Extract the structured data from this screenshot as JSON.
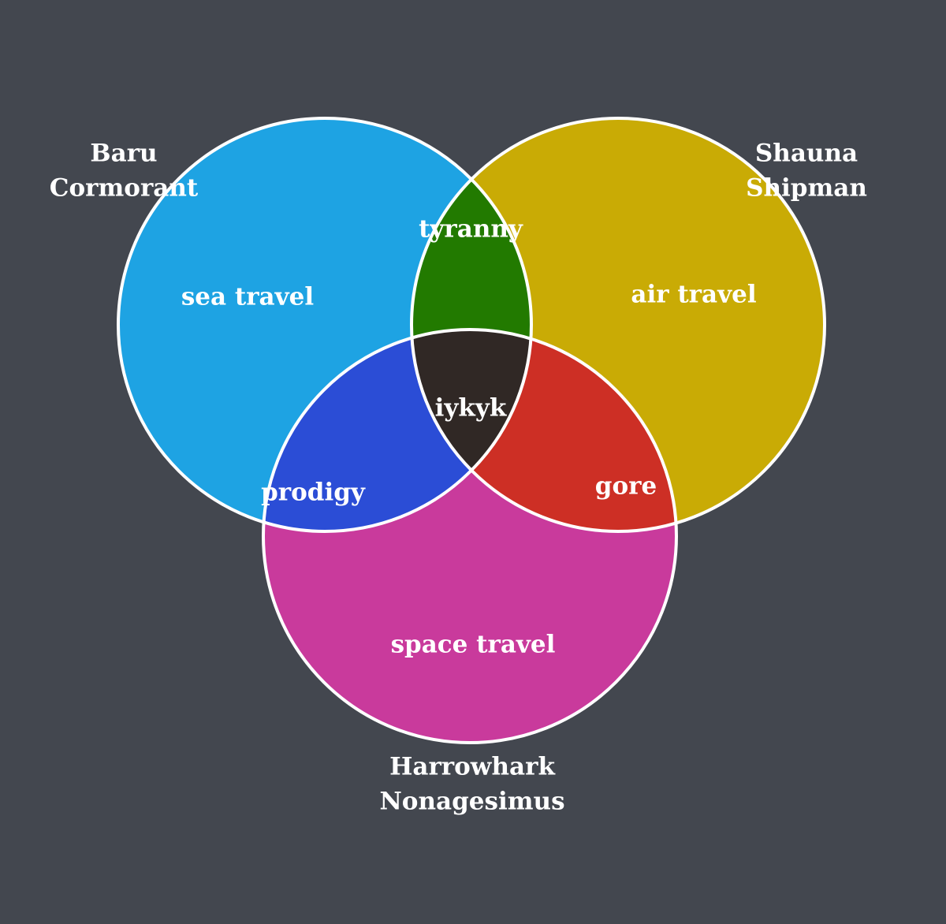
{
  "sets": [
    {
      "id": "baru",
      "label_lines": [
        "Baru",
        "Cormorant"
      ],
      "color": "#1ea3e3"
    },
    {
      "id": "shauna",
      "label_lines": [
        "Shauna",
        "Shipman"
      ],
      "color": "#c9ab05"
    },
    {
      "id": "harrow",
      "label_lines": [
        "Harrowhark",
        "Nonagesimus"
      ],
      "color": "#c93a9c"
    }
  ],
  "regions": {
    "baru_only": {
      "label": "sea travel",
      "color": "#1ea3e3"
    },
    "shauna_only": {
      "label": "air travel",
      "color": "#c9ab05"
    },
    "harrow_only": {
      "label": "space travel",
      "color": "#c93a9c"
    },
    "baru_shauna": {
      "label": "tyranny",
      "color": "#227a00"
    },
    "baru_harrow": {
      "label": "prodigy",
      "color": "#2b4dd6"
    },
    "shauna_harrow": {
      "label": "gore",
      "color": "#cd2f25"
    },
    "center": {
      "label": "iykyk",
      "color": "#302825"
    }
  },
  "background_color": "#43474f",
  "outline_color": "#ffffff"
}
